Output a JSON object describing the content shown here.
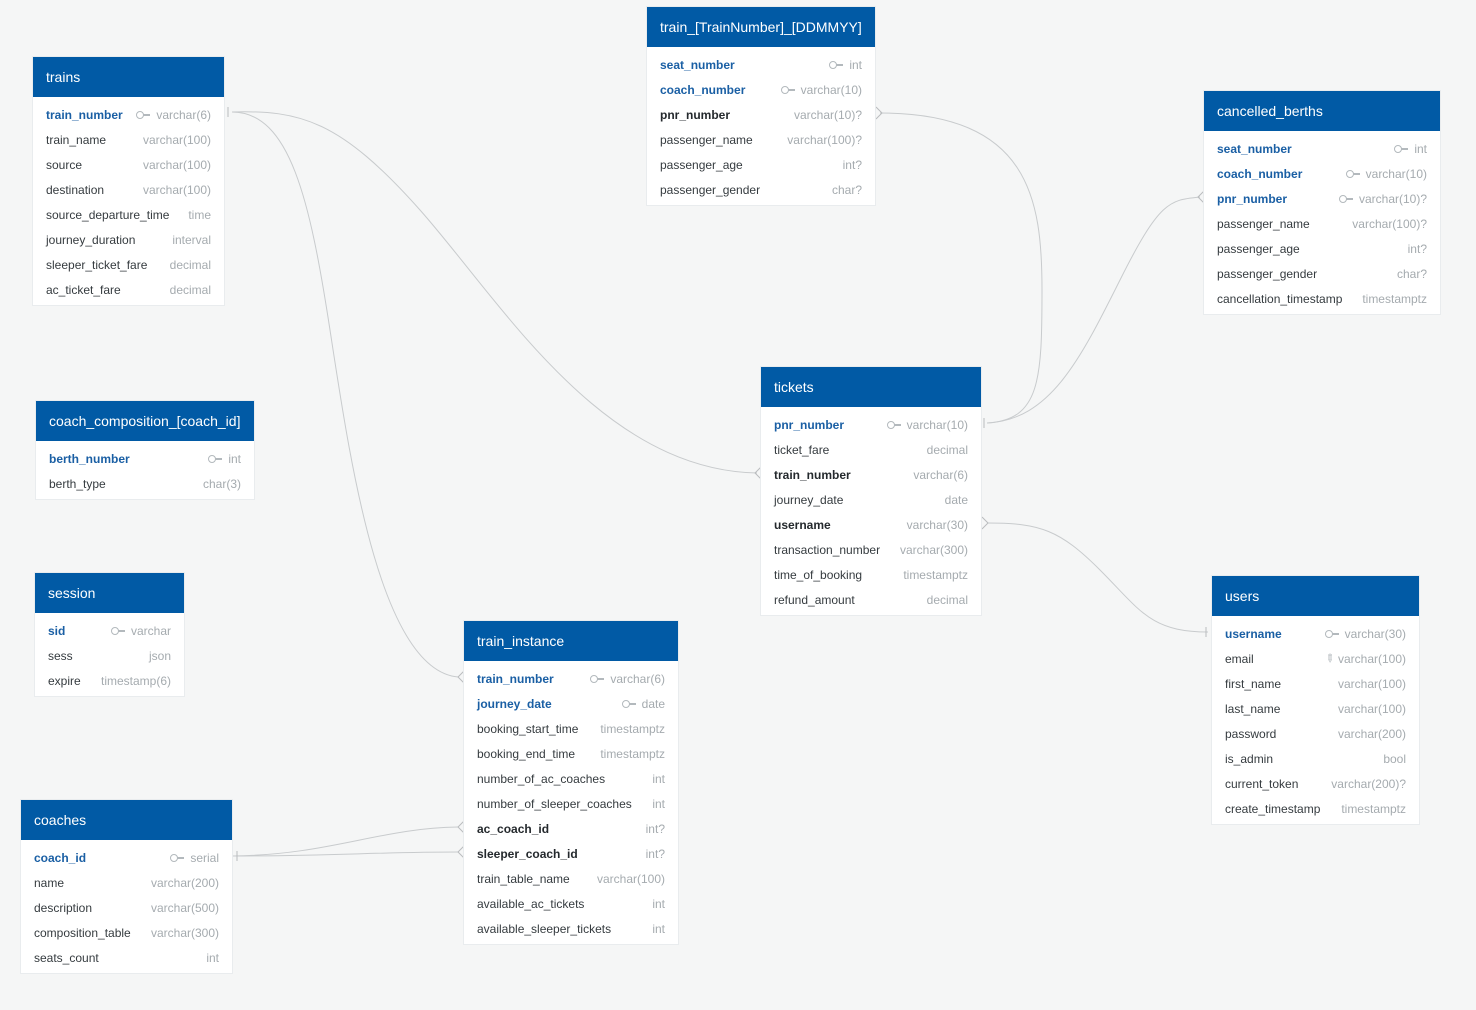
{
  "tables": [
    {
      "id": "trains",
      "title": "trains",
      "columns": [
        {
          "name": "train_number",
          "type": "varchar(6)",
          "key": true,
          "style": "pk"
        },
        {
          "name": "train_name",
          "type": "varchar(100)"
        },
        {
          "name": "source",
          "type": "varchar(100)"
        },
        {
          "name": "destination",
          "type": "varchar(100)"
        },
        {
          "name": "source_departure_time",
          "type": "time"
        },
        {
          "name": "journey_duration",
          "type": "interval"
        },
        {
          "name": "sleeper_ticket_fare",
          "type": "decimal"
        },
        {
          "name": "ac_ticket_fare",
          "type": "decimal"
        }
      ]
    },
    {
      "id": "train-seats",
      "title": "train_[TrainNumber]_[DDMMYY]",
      "columns": [
        {
          "name": "seat_number",
          "type": "int",
          "key": true,
          "style": "pk"
        },
        {
          "name": "coach_number",
          "type": "varchar(10)",
          "key": true,
          "style": "pk"
        },
        {
          "name": "pnr_number",
          "type": "varchar(10)?",
          "style": "ref"
        },
        {
          "name": "passenger_name",
          "type": "varchar(100)?"
        },
        {
          "name": "passenger_age",
          "type": "int?"
        },
        {
          "name": "passenger_gender",
          "type": "char?"
        }
      ]
    },
    {
      "id": "cancelled-berths",
      "title": "cancelled_berths",
      "columns": [
        {
          "name": "seat_number",
          "type": "int",
          "key": true,
          "style": "pk"
        },
        {
          "name": "coach_number",
          "type": "varchar(10)",
          "key": true,
          "style": "pk"
        },
        {
          "name": "pnr_number",
          "type": "varchar(10)?",
          "key": true,
          "style": "pk"
        },
        {
          "name": "passenger_name",
          "type": "varchar(100)?"
        },
        {
          "name": "passenger_age",
          "type": "int?"
        },
        {
          "name": "passenger_gender",
          "type": "char?"
        },
        {
          "name": "cancellation_timestamp",
          "type": "timestamptz"
        }
      ]
    },
    {
      "id": "coach-composition",
      "title": "coach_composition_[coach_id]",
      "columns": [
        {
          "name": "berth_number",
          "type": "int",
          "key": true,
          "style": "pk"
        },
        {
          "name": "berth_type",
          "type": "char(3)"
        }
      ]
    },
    {
      "id": "tickets",
      "title": "tickets",
      "columns": [
        {
          "name": "pnr_number",
          "type": "varchar(10)",
          "key": true,
          "style": "pk"
        },
        {
          "name": "ticket_fare",
          "type": "decimal"
        },
        {
          "name": "train_number",
          "type": "varchar(6)",
          "style": "ref"
        },
        {
          "name": "journey_date",
          "type": "date"
        },
        {
          "name": "username",
          "type": "varchar(30)",
          "style": "ref"
        },
        {
          "name": "transaction_number",
          "type": "varchar(300)"
        },
        {
          "name": "time_of_booking",
          "type": "timestamptz"
        },
        {
          "name": "refund_amount",
          "type": "decimal"
        }
      ]
    },
    {
      "id": "session",
      "title": "session",
      "columns": [
        {
          "name": "sid",
          "type": "varchar",
          "key": true,
          "style": "pk"
        },
        {
          "name": "sess",
          "type": "json"
        },
        {
          "name": "expire",
          "type": "timestamp(6)"
        }
      ]
    },
    {
      "id": "users",
      "title": "users",
      "columns": [
        {
          "name": "username",
          "type": "varchar(30)",
          "key": true,
          "style": "pk"
        },
        {
          "name": "email",
          "type": "varchar(100)",
          "index": true
        },
        {
          "name": "first_name",
          "type": "varchar(100)"
        },
        {
          "name": "last_name",
          "type": "varchar(100)"
        },
        {
          "name": "password",
          "type": "varchar(200)"
        },
        {
          "name": "is_admin",
          "type": "bool"
        },
        {
          "name": "current_token",
          "type": "varchar(200)?"
        },
        {
          "name": "create_timestamp",
          "type": "timestamptz"
        }
      ]
    },
    {
      "id": "train-instance",
      "title": "train_instance",
      "columns": [
        {
          "name": "train_number",
          "type": "varchar(6)",
          "key": true,
          "style": "pk"
        },
        {
          "name": "journey_date",
          "type": "date",
          "key": true,
          "style": "pk"
        },
        {
          "name": "booking_start_time",
          "type": "timestamptz"
        },
        {
          "name": "booking_end_time",
          "type": "timestamptz"
        },
        {
          "name": "number_of_ac_coaches",
          "type": "int"
        },
        {
          "name": "number_of_sleeper_coaches",
          "type": "int"
        },
        {
          "name": "ac_coach_id",
          "type": "int?",
          "style": "ref"
        },
        {
          "name": "sleeper_coach_id",
          "type": "int?",
          "style": "ref"
        },
        {
          "name": "train_table_name",
          "type": "varchar(100)"
        },
        {
          "name": "available_ac_tickets",
          "type": "int"
        },
        {
          "name": "available_sleeper_tickets",
          "type": "int"
        }
      ]
    },
    {
      "id": "coaches",
      "title": "coaches",
      "columns": [
        {
          "name": "coach_id",
          "type": "serial",
          "key": true,
          "style": "pk"
        },
        {
          "name": "name",
          "type": "varchar(200)"
        },
        {
          "name": "description",
          "type": "varchar(500)"
        },
        {
          "name": "composition_table",
          "type": "varchar(300)"
        },
        {
          "name": "seats_count",
          "type": "int"
        }
      ]
    }
  ],
  "relationships": [
    {
      "from": "trains.train_number",
      "to": "tickets.train_number"
    },
    {
      "from": "trains.train_number",
      "to": "train_instance.train_number"
    },
    {
      "from": "tickets.pnr_number",
      "to": "train_[TrainNumber]_[DDMMYY].pnr_number"
    },
    {
      "from": "tickets.pnr_number",
      "to": "cancelled_berths.pnr_number"
    },
    {
      "from": "users.username",
      "to": "tickets.username"
    },
    {
      "from": "coaches.coach_id",
      "to": "train_instance.ac_coach_id"
    },
    {
      "from": "coaches.coach_id",
      "to": "train_instance.sleeper_coach_id"
    }
  ]
}
